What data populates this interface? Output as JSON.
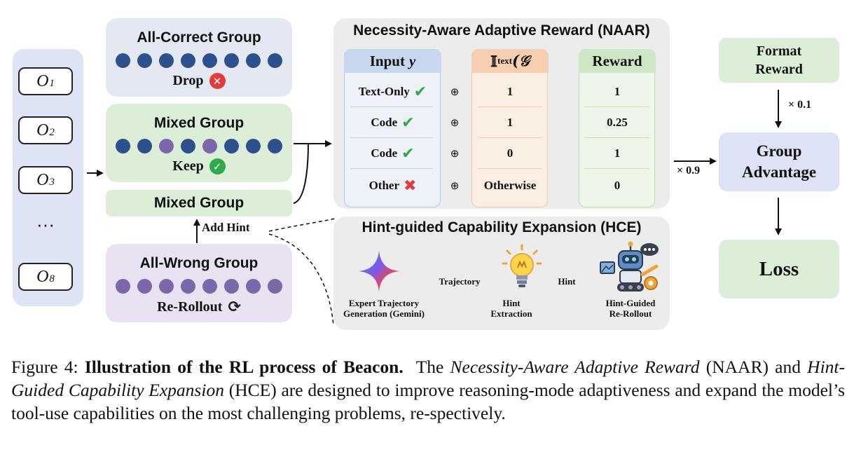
{
  "outputs": {
    "items": [
      {
        "base": "O",
        "sub": "1"
      },
      {
        "base": "O",
        "sub": "2"
      },
      {
        "base": "O",
        "sub": "3"
      },
      {
        "base": "O",
        "sub": "8"
      }
    ],
    "ellipsis": "···"
  },
  "groups": {
    "all_correct": {
      "title": "All-Correct Group",
      "action": "Drop",
      "dots": [
        "blue",
        "blue",
        "blue",
        "blue",
        "blue",
        "blue",
        "blue",
        "blue"
      ]
    },
    "mixed": {
      "title": "Mixed Group",
      "action": "Keep",
      "dots": [
        "blue",
        "blue",
        "purple",
        "blue",
        "purple",
        "blue",
        "blue",
        "blue"
      ]
    },
    "mixed_hint": {
      "title": "Mixed Group"
    },
    "all_wrong": {
      "title": "All-Wrong Group",
      "action": "Re-Rollout",
      "dots": [
        "purple",
        "purple",
        "purple",
        "purple",
        "purple",
        "purple",
        "purple",
        "purple"
      ]
    },
    "add_hint": "Add Hint"
  },
  "naar": {
    "title": "Necessity-Aware Adaptive Reward (NAAR)",
    "headers": {
      "input": "Input ",
      "input_var": "y",
      "indicator": "𝕀",
      "indicator_sub": "text",
      "indicator_arg": "(𝒢",
      "reward": "Reward"
    },
    "operator": "⊕",
    "rows": [
      {
        "input": "Text-Only",
        "mark": "check",
        "indicator": "1",
        "reward": "1"
      },
      {
        "input": "Code",
        "mark": "check",
        "indicator": "1",
        "reward": "0.25"
      },
      {
        "input": "Code",
        "mark": "check",
        "indicator": "0",
        "reward": "1"
      },
      {
        "input": "Other",
        "mark": "cross",
        "indicator": "Otherwise",
        "reward": "0"
      }
    ]
  },
  "hce": {
    "title": "Hint-guided Capability Expansion (HCE)",
    "steps": [
      {
        "line1": "Expert Trajectory",
        "line2": "Generation (Gemini)"
      },
      {
        "line1": "Hint",
        "line2": "Extraction"
      },
      {
        "line1": "Hint-Guided",
        "line2": "Re-Rollout"
      }
    ],
    "arrows": [
      "Trajectory",
      "Hint"
    ]
  },
  "right": {
    "format_reward_1": "Format",
    "format_reward_2": "Reward",
    "format_weight": "× 0.1",
    "naar_weight": "× 0.9",
    "group_adv_1": "Group",
    "group_adv_2": "Advantage",
    "loss": "Loss"
  },
  "caption": {
    "label": "Figure 4: ",
    "bold": "Illustration of the RL process of Beacon.",
    "t1": "  The ",
    "i1": "Necessity-Aware Adaptive Reward",
    "t2": " (NAAR) and ",
    "i2": "Hint-Guided Capability Expansion",
    "t3": " (HCE) are designed to improve reasoning-mode adaptiveness and expand the model’s tool-use capabilities on the most challenging problems, re-spectively."
  },
  "colors": {
    "blue_dot": "#2e508c",
    "purple_dot": "#7a68ab",
    "green_check": "#2eaa4a",
    "red_cross": "#e43a3a"
  }
}
